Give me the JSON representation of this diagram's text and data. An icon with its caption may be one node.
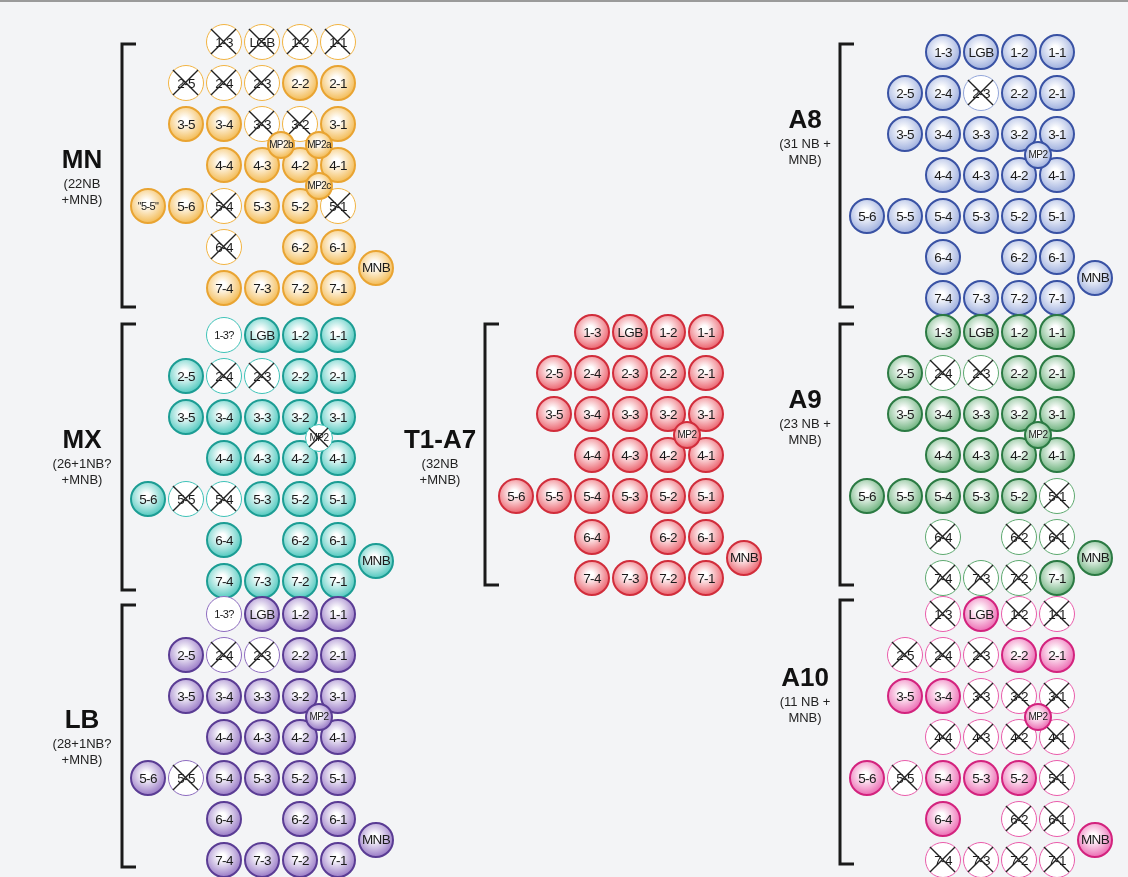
{
  "diagram": {
    "nodes": [
      {
        "text": [
          "MN",
          "(22NB +MNB)"
        ]
      },
      {
        "text": [
          "1-3"
        ],
        "in": 0
      },
      {
        "text": [
          "LGB"
        ],
        "in": 0
      },
      {
        "text": [
          "1-2"
        ],
        "in": 0
      },
      {
        "text": [
          "1-1"
        ],
        "in": 0
      },
      {
        "text": [
          "2-5"
        ],
        "in": 0
      },
      {
        "text": [
          "2-4"
        ],
        "in": 0
      },
      {
        "text": [
          "2-3"
        ],
        "in": 0
      },
      {
        "text": [
          "2-2"
        ],
        "in": 0
      },
      {
        "text": [
          "2-1"
        ],
        "in": 0
      },
      {
        "text": [
          "3-5"
        ],
        "in": 0
      },
      {
        "text": [
          "3-4"
        ],
        "in": 0
      },
      {
        "text": [
          "3-3"
        ],
        "in": 0
      },
      {
        "text": [
          "3-2"
        ],
        "in": 0
      },
      {
        "text": [
          "3-1"
        ],
        "in": 0
      },
      {
        "text": [
          "MP2b"
        ],
        "in": 0
      },
      {
        "text": [
          "MP2a"
        ],
        "in": 0
      },
      {
        "text": [
          "4-4"
        ],
        "in": 0
      },
      {
        "text": [
          "4-3"
        ],
        "in": 0
      },
      {
        "text": [
          "4-2"
        ],
        "in": 0
      },
      {
        "text": [
          "4-1"
        ],
        "in": 0
      },
      {
        "text": [
          "MP2c"
        ],
        "in": 0
      },
      {
        "text": [
          "\"5-5\""
        ],
        "in": 0
      },
      {
        "text": [
          "5-6"
        ],
        "in": 0
      },
      {
        "text": [
          "5-4"
        ],
        "in": 0
      },
      {
        "text": [
          "5-3"
        ],
        "in": 0
      },
      {
        "text": [
          "5-2"
        ],
        "in": 0
      },
      {
        "text": [
          "5-1"
        ],
        "in": 0
      },
      {
        "text": [
          "6-4"
        ],
        "in": 0
      },
      {
        "text": [
          "6-2"
        ],
        "in": 0
      },
      {
        "text": [
          "6-1"
        ],
        "in": 0
      },
      {
        "text": [
          "MNB"
        ],
        "in": 0
      },
      {
        "text": [
          "7-4"
        ],
        "in": 0
      },
      {
        "text": [
          "7-3"
        ],
        "in": 0
      },
      {
        "text": [
          "7-2"
        ],
        "in": 0
      },
      {
        "text": [
          "7-1"
        ],
        "in": 0
      },
      {
        "text": [
          "MX",
          "(26+1NB? +MNB)"
        ]
      },
      {
        "text": [
          "1-3?"
        ],
        "in": 36
      },
      {
        "text": [
          "LGB"
        ],
        "in": 36
      },
      {
        "text": [
          "1-2"
        ],
        "in": 36
      },
      {
        "text": [
          "1-1"
        ],
        "in": 36
      },
      {
        "text": [
          "2-5"
        ],
        "in": 36
      },
      {
        "text": [
          "2-4"
        ],
        "in": 36
      },
      {
        "text": [
          "2-3"
        ],
        "in": 36
      },
      {
        "text": [
          "2-2"
        ],
        "in": 36
      },
      {
        "text": [
          "2-1"
        ],
        "in": 36
      },
      {
        "text": [
          "3-5"
        ],
        "in": 36
      },
      {
        "text": [
          "3-4"
        ],
        "in": 36
      },
      {
        "text": [
          "3-3"
        ],
        "in": 36
      },
      {
        "text": [
          "3-2"
        ],
        "in": 36
      },
      {
        "text": [
          "3-1"
        ],
        "in": 36
      },
      {
        "text": [
          "MP2"
        ],
        "in": 36
      },
      {
        "text": [
          "4-4"
        ],
        "in": 36
      },
      {
        "text": [
          "4-3"
        ],
        "in": 36
      },
      {
        "text": [
          "4-2"
        ],
        "in": 36
      },
      {
        "text": [
          "4-1"
        ],
        "in": 36
      },
      {
        "text": [
          "5-6"
        ],
        "in": 36
      },
      {
        "text": [
          "5-5"
        ],
        "in": 36
      },
      {
        "text": [
          "5-4"
        ],
        "in": 36
      },
      {
        "text": [
          "5-3"
        ],
        "in": 36
      },
      {
        "text": [
          "5-2"
        ],
        "in": 36
      },
      {
        "text": [
          "5-1"
        ],
        "in": 36
      },
      {
        "text": [
          "6-4"
        ],
        "in": 36
      },
      {
        "text": [
          "6-2"
        ],
        "in": 36
      },
      {
        "text": [
          "6-1"
        ],
        "in": 36
      },
      {
        "text": [
          "MNB"
        ],
        "in": 36
      },
      {
        "text": [
          "7-4"
        ],
        "in": 36
      },
      {
        "text": [
          "7-3"
        ],
        "in": 36
      },
      {
        "text": [
          "7-2"
        ],
        "in": 36
      },
      {
        "text": [
          "7-1"
        ],
        "in": 36
      },
      {
        "text": [
          "LB",
          "(28+1NB? +MNB)"
        ]
      },
      {
        "text": [
          "1-3?"
        ],
        "in": 70
      },
      {
        "text": [
          "LGB"
        ],
        "in": 70
      },
      {
        "text": [
          "1-2"
        ],
        "in": 70
      },
      {
        "text": [
          "1-1"
        ],
        "in": 70
      },
      {
        "text": [
          "2-5"
        ],
        "in": 70
      },
      {
        "text": [
          "2-4"
        ],
        "in": 70
      },
      {
        "text": [
          "2-3"
        ],
        "in": 70
      },
      {
        "text": [
          "2-2"
        ],
        "in": 70
      },
      {
        "text": [
          "2-1"
        ],
        "in": 70
      },
      {
        "text": [
          "3-5"
        ],
        "in": 70
      },
      {
        "text": [
          "3-4"
        ],
        "in": 70
      },
      {
        "text": [
          "3-3"
        ],
        "in": 70
      },
      {
        "text": [
          "3-2"
        ],
        "in": 70
      },
      {
        "text": [
          "3-1"
        ],
        "in": 70
      },
      {
        "text": [
          "MP2"
        ],
        "in": 70
      },
      {
        "text": [
          "4-4"
        ],
        "in": 70
      },
      {
        "text": [
          "4-3"
        ],
        "in": 70
      },
      {
        "text": [
          "4-2"
        ],
        "in": 70
      },
      {
        "text": [
          "4-1"
        ],
        "in": 70
      },
      {
        "text": [
          "5-6"
        ],
        "in": 70
      },
      {
        "text": [
          "5-5"
        ],
        "in": 70
      },
      {
        "text": [
          "5-4"
        ],
        "in": 70
      },
      {
        "text": [
          "5-3"
        ],
        "in": 70
      },
      {
        "text": [
          "5-2"
        ],
        "in": 70
      },
      {
        "text": [
          "5-1"
        ],
        "in": 70
      },
      {
        "text": [
          "6-4"
        ],
        "in": 70
      },
      {
        "text": [
          "6-2"
        ],
        "in": 70
      },
      {
        "text": [
          "6-1"
        ],
        "in": 70
      },
      {
        "text": [
          "MNB"
        ],
        "in": 70
      },
      {
        "text": [
          "7-4"
        ],
        "in": 70
      },
      {
        "text": [
          "7-3"
        ],
        "in": 70
      },
      {
        "text": [
          "7-2"
        ],
        "in": 70
      },
      {
        "text": [
          "7-1"
        ],
        "in": 70
      },
      {
        "text": [
          "T1-A7",
          "(32NB +MNB)"
        ]
      },
      {
        "text": [
          "1-3"
        ],
        "in": 104
      },
      {
        "text": [
          "LGB"
        ],
        "in": 104
      },
      {
        "text": [
          "1-2"
        ],
        "in": 104
      },
      {
        "text": [
          "1-1"
        ],
        "in": 104
      },
      {
        "text": [
          "2-5"
        ],
        "in": 104
      },
      {
        "text": [
          "2-4"
        ],
        "in": 104
      },
      {
        "text": [
          "2-3"
        ],
        "in": 104
      },
      {
        "text": [
          "2-2"
        ],
        "in": 104
      },
      {
        "text": [
          "2-1"
        ],
        "in": 104
      },
      {
        "text": [
          "3-5"
        ],
        "in": 104
      },
      {
        "text": [
          "3-4"
        ],
        "in": 104
      },
      {
        "text": [
          "3-3"
        ],
        "in": 104
      },
      {
        "text": [
          "3-2"
        ],
        "in": 104
      },
      {
        "text": [
          "3-1"
        ],
        "in": 104
      },
      {
        "text": [
          "MP2"
        ],
        "in": 104
      },
      {
        "text": [
          "4-4"
        ],
        "in": 104
      },
      {
        "text": [
          "4-3"
        ],
        "in": 104
      },
      {
        "text": [
          "4-2"
        ],
        "in": 104
      },
      {
        "text": [
          "4-1"
        ],
        "in": 104
      },
      {
        "text": [
          "5-6"
        ],
        "in": 104
      },
      {
        "text": [
          "5-5"
        ],
        "in": 104
      },
      {
        "text": [
          "5-4"
        ],
        "in": 104
      },
      {
        "text": [
          "5-3"
        ],
        "in": 104
      },
      {
        "text": [
          "5-2"
        ],
        "in": 104
      },
      {
        "text": [
          "5-1"
        ],
        "in": 104
      },
      {
        "text": [
          "6-4"
        ],
        "in": 104
      },
      {
        "text": [
          "6-2"
        ],
        "in": 104
      },
      {
        "text": [
          "6-1"
        ],
        "in": 104
      },
      {
        "text": [
          "MNB"
        ],
        "in": 104
      },
      {
        "text": [
          "7-4"
        ],
        "in": 104
      },
      {
        "text": [
          "7-3"
        ],
        "in": 104
      },
      {
        "text": [
          "7-2"
        ],
        "in": 104
      },
      {
        "text": [
          "7-1"
        ],
        "in": 104
      },
      {
        "text": [
          "A8",
          "(31 NB + MNB)"
        ]
      },
      {
        "text": [
          "1-3"
        ],
        "in": 138
      },
      {
        "text": [
          "LGB"
        ],
        "in": 138
      },
      {
        "text": [
          "1-2"
        ],
        "in": 138
      },
      {
        "text": [
          "1-1"
        ],
        "in": 138
      },
      {
        "text": [
          "2-5"
        ],
        "in": 138
      },
      {
        "text": [
          "2-4"
        ],
        "in": 138
      },
      {
        "text": [
          "2-3"
        ],
        "in": 138
      },
      {
        "text": [
          "2-2"
        ],
        "in": 138
      },
      {
        "text": [
          "2-1"
        ],
        "in": 138
      },
      {
        "text": [
          "3-5"
        ],
        "in": 138
      },
      {
        "text": [
          "3-4"
        ],
        "in": 138
      },
      {
        "text": [
          "3-3"
        ],
        "in": 138
      },
      {
        "text": [
          "3-2"
        ],
        "in": 138
      },
      {
        "text": [
          "3-1"
        ],
        "in": 138
      },
      {
        "text": [
          "MP2"
        ],
        "in": 138
      },
      {
        "text": [
          "4-4"
        ],
        "in": 138
      },
      {
        "text": [
          "4-3"
        ],
        "in": 138
      },
      {
        "text": [
          "4-2"
        ],
        "in": 138
      },
      {
        "text": [
          "4-1"
        ],
        "in": 138
      },
      {
        "text": [
          "5-6"
        ],
        "in": 138
      },
      {
        "text": [
          "5-5"
        ],
        "in": 138
      },
      {
        "text": [
          "5-4"
        ],
        "in": 138
      },
      {
        "text": [
          "5-3"
        ],
        "in": 138
      },
      {
        "text": [
          "5-2"
        ],
        "in": 138
      },
      {
        "text": [
          "5-1"
        ],
        "in": 138
      },
      {
        "text": [
          "6-4"
        ],
        "in": 138
      },
      {
        "text": [
          "6-2"
        ],
        "in": 138
      },
      {
        "text": [
          "6-1"
        ],
        "in": 138
      },
      {
        "text": [
          "MNB"
        ],
        "in": 138
      },
      {
        "text": [
          "7-4"
        ],
        "in": 138
      },
      {
        "text": [
          "7-3"
        ],
        "in": 138
      },
      {
        "text": [
          "7-2"
        ],
        "in": 138
      },
      {
        "text": [
          "7-1"
        ],
        "in": 138
      },
      {
        "text": [
          "A9",
          "(23 NB + MNB)"
        ]
      },
      {
        "text": [
          "1-3"
        ],
        "in": 172
      },
      {
        "text": [
          "LGB"
        ],
        "in": 172
      },
      {
        "text": [
          "1-2"
        ],
        "in": 172
      },
      {
        "text": [
          "1-1"
        ],
        "in": 172
      },
      {
        "text": [
          "2-5"
        ],
        "in": 172
      },
      {
        "text": [
          "2-4"
        ],
        "in": 172
      },
      {
        "text": [
          "2-3"
        ],
        "in": 172
      },
      {
        "text": [
          "2-2"
        ],
        "in": 172
      },
      {
        "text": [
          "2-1"
        ],
        "in": 172
      },
      {
        "text": [
          "3-5"
        ],
        "in": 172
      },
      {
        "text": [
          "3-4"
        ],
        "in": 172
      },
      {
        "text": [
          "3-3"
        ],
        "in": 172
      },
      {
        "text": [
          "3-2"
        ],
        "in": 172
      },
      {
        "text": [
          "3-1"
        ],
        "in": 172
      },
      {
        "text": [
          "MP2"
        ],
        "in": 172
      },
      {
        "text": [
          "4-4"
        ],
        "in": 172
      },
      {
        "text": [
          "4-3"
        ],
        "in": 172
      },
      {
        "text": [
          "4-2"
        ],
        "in": 172
      },
      {
        "text": [
          "4-1"
        ],
        "in": 172
      },
      {
        "text": [
          "5-6"
        ],
        "in": 172
      },
      {
        "text": [
          "5-5"
        ],
        "in": 172
      },
      {
        "text": [
          "5-4"
        ],
        "in": 172
      },
      {
        "text": [
          "5-3"
        ],
        "in": 172
      },
      {
        "text": [
          "5-2"
        ],
        "in": 172
      },
      {
        "text": [
          "5-1"
        ],
        "in": 172
      },
      {
        "text": [
          "6-4"
        ],
        "in": 172
      },
      {
        "text": [
          "6-2"
        ],
        "in": 172
      },
      {
        "text": [
          "6-1"
        ],
        "in": 172
      },
      {
        "text": [
          "MNB"
        ],
        "in": 172
      },
      {
        "text": [
          "7-4"
        ],
        "in": 172
      },
      {
        "text": [
          "7-3"
        ],
        "in": 172
      },
      {
        "text": [
          "7-2"
        ],
        "in": 172
      },
      {
        "text": [
          "7-1"
        ],
        "in": 172
      },
      {
        "text": [
          "A10",
          "(11 NB + MNB)"
        ]
      },
      {
        "text": [
          "1-3"
        ],
        "in": 206
      },
      {
        "text": [
          "LGB"
        ],
        "in": 206
      },
      {
        "text": [
          "1-2"
        ],
        "in": 206
      },
      {
        "text": [
          "1-1"
        ],
        "in": 206
      },
      {
        "text": [
          "2-5"
        ],
        "in": 206
      },
      {
        "text": [
          "2-4"
        ],
        "in": 206
      },
      {
        "text": [
          "2-3"
        ],
        "in": 206
      },
      {
        "text": [
          "2-2"
        ],
        "in": 206
      },
      {
        "text": [
          "2-1"
        ],
        "in": 206
      },
      {
        "text": [
          "3-5"
        ],
        "in": 206
      },
      {
        "text": [
          "3-4"
        ],
        "in": 206
      },
      {
        "text": [
          "3-3"
        ],
        "in": 206
      },
      {
        "text": [
          "3-2"
        ],
        "in": 206
      },
      {
        "text": [
          "3-1"
        ],
        "in": 206
      },
      {
        "text": [
          "MP2"
        ],
        "in": 206
      },
      {
        "text": [
          "4-4"
        ],
        "in": 206
      },
      {
        "text": [
          "4-3"
        ],
        "in": 206
      },
      {
        "text": [
          "4-2"
        ],
        "in": 206
      },
      {
        "text": [
          "4-1"
        ],
        "in": 206
      },
      {
        "text": [
          "5-6"
        ],
        "in": 206
      },
      {
        "text": [
          "5-5"
        ],
        "in": 206
      },
      {
        "text": [
          "5-4"
        ],
        "in": 206
      },
      {
        "text": [
          "5-3"
        ],
        "in": 206
      },
      {
        "text": [
          "5-2"
        ],
        "in": 206
      },
      {
        "text": [
          "5-1"
        ],
        "in": 206
      },
      {
        "text": [
          "6-4"
        ],
        "in": 206
      },
      {
        "text": [
          "6-2"
        ],
        "in": 206
      },
      {
        "text": [
          "6-1"
        ],
        "in": 206
      },
      {
        "text": [
          "MNB"
        ],
        "in": 206
      },
      {
        "text": [
          "7-4"
        ],
        "in": 206
      },
      {
        "text": [
          "7-3"
        ],
        "in": 206
      },
      {
        "text": [
          "7-2"
        ],
        "in": 206
      },
      {
        "text": [
          "7-1"
        ],
        "in": 206
      }
    ]
  }
}
